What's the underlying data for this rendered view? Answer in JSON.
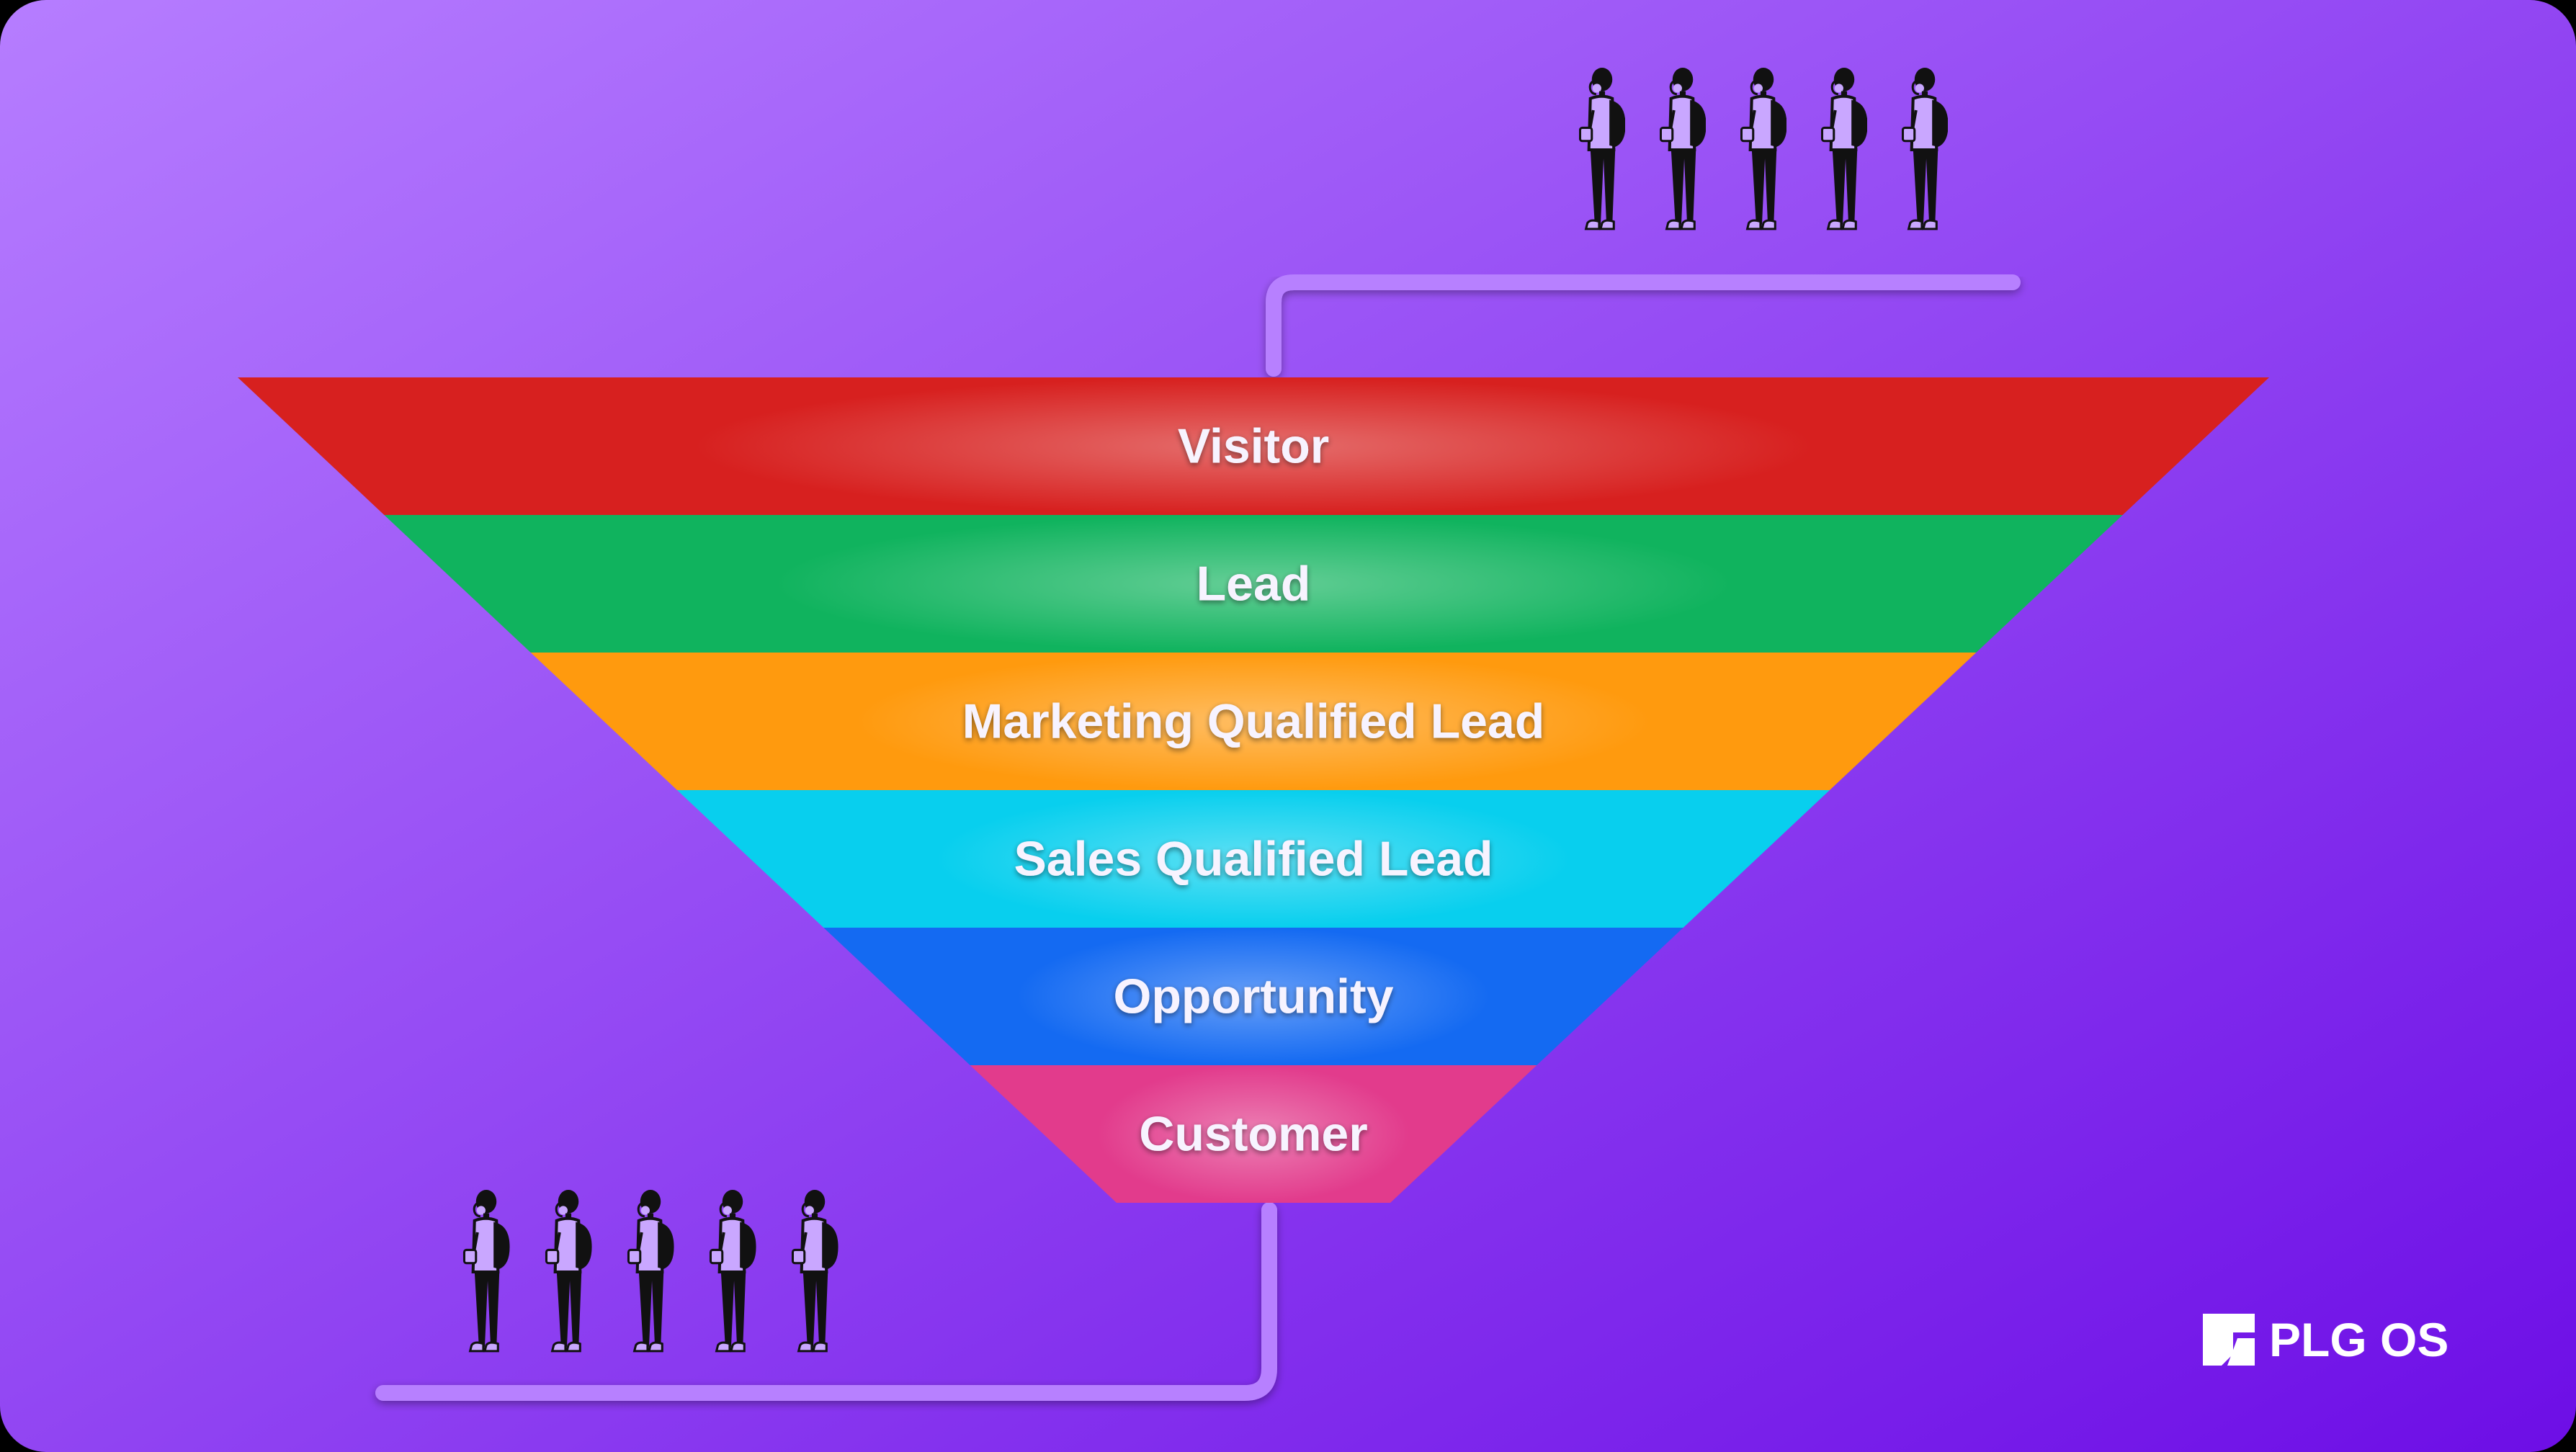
{
  "funnel": {
    "stages": [
      {
        "label": "Visitor",
        "color": "#d7201f"
      },
      {
        "label": "Lead",
        "color": "#10b35e"
      },
      {
        "label": "Marketing Qualified Lead",
        "color": "#ff9a0e"
      },
      {
        "label": "Sales Qualified Lead",
        "color": "#08cfee"
      },
      {
        "label": "Opportunity",
        "color": "#146af2"
      },
      {
        "label": "Customer",
        "color": "#e23b8c"
      }
    ]
  },
  "background": {
    "from": "#b67dff",
    "to": "#6d0ee6"
  },
  "connector_color": "#b780ff",
  "people": {
    "top_group_count": 5,
    "bottom_group_count": 5,
    "icon": "person-with-backpack-icon"
  },
  "brand": {
    "name": "PLG OS",
    "logo_icon": "plg-os-logo-icon"
  }
}
